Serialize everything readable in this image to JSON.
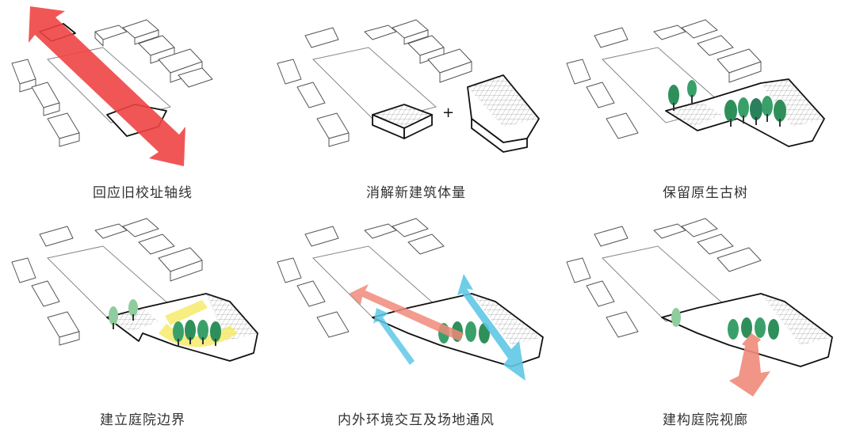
{
  "panels": [
    {
      "caption": "回应旧校址轴线"
    },
    {
      "caption": "消解新建筑体量",
      "symbol": "+"
    },
    {
      "caption": "保留原生古树"
    },
    {
      "caption": "建立庭院边界"
    },
    {
      "caption": "内外环境交互及场地通风"
    },
    {
      "caption": "建构庭院视廊"
    }
  ],
  "colors": {
    "axis_arrow": "#ef4444",
    "wind_warm": "#f08a7a",
    "wind_cool": "#5fc8e6",
    "boundary": "#f6ea6b",
    "tree_dark": "#2f8f5b",
    "tree_light": "#8fcc9e"
  }
}
